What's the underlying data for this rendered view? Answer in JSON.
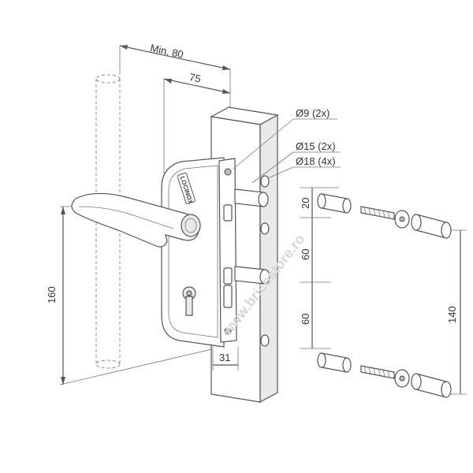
{
  "figure": {
    "dimensions": {
      "min_width": "Min. 80",
      "width": "75",
      "height": "160",
      "profile": "31",
      "spacing_upper": "20",
      "spacing_middle": "60",
      "spacing_lower": "60",
      "total_spacing": "140"
    },
    "callouts": {
      "hole_small": "Ø9 (2x)",
      "hole_medium": "Ø15 (2x)",
      "hole_large": "Ø18 (4x)"
    },
    "brand_logo": "LOCINOX",
    "watermark": "www.bricostore.ro"
  }
}
